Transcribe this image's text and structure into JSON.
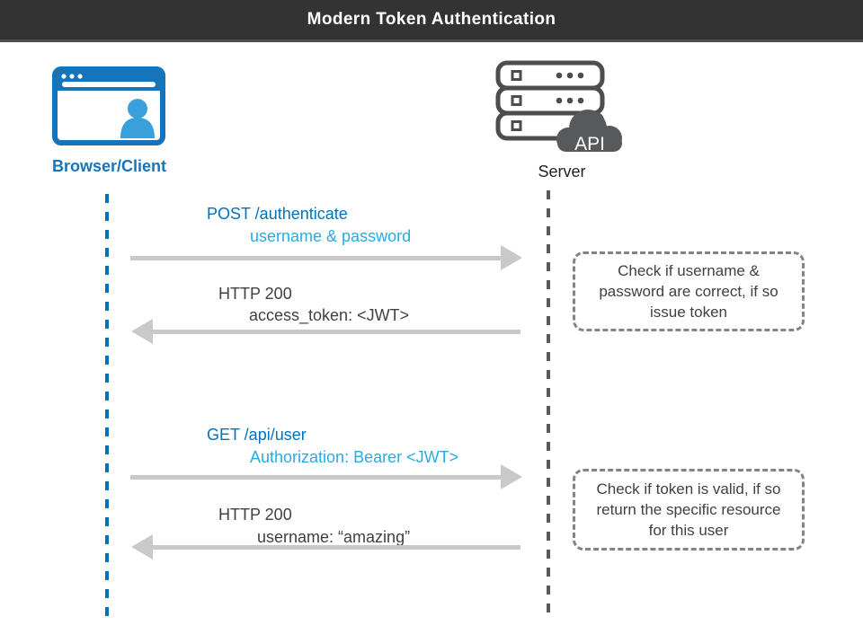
{
  "title_bar": {
    "title": "Modern Token Authentication"
  },
  "actors": {
    "client": {
      "label": "Browser/Client"
    },
    "server": {
      "label": "Server",
      "cloud_label": "API"
    }
  },
  "messages": [
    {
      "direction": "right",
      "line1": "POST /authenticate",
      "line2": "username & password"
    },
    {
      "direction": "left",
      "line1": "HTTP 200",
      "line2": "access_token: <JWT>"
    },
    {
      "direction": "right",
      "line1": "GET /api/user",
      "line2": "Authorization: Bearer <JWT>"
    },
    {
      "direction": "left",
      "line1": "HTTP 200",
      "line2": "username: “amazing”"
    }
  ],
  "notes": [
    {
      "text": "Check if username & password are correct, if so issue token"
    },
    {
      "text": "Check if token is valid, if so return the specific resource for this user"
    }
  ],
  "icons": [
    {
      "name": "browser-icon",
      "depicts": "browser window with user avatar"
    },
    {
      "name": "server-icon",
      "depicts": "server rack stack"
    },
    {
      "name": "api-cloud-icon",
      "depicts": "cloud labelled API"
    }
  ],
  "colors": {
    "title_bg": "#333333",
    "blue_dark": "#0072bc",
    "blue_light": "#29abe2",
    "text_dark": "#414042",
    "arrow_gray": "#c9c9c9",
    "lifeline_gray": "#58595b",
    "note_border": "#828486",
    "client_icon_blue": "#1674bb",
    "avatar_blue": "#3aa0dc",
    "server_stroke": "#4d4d4d"
  }
}
